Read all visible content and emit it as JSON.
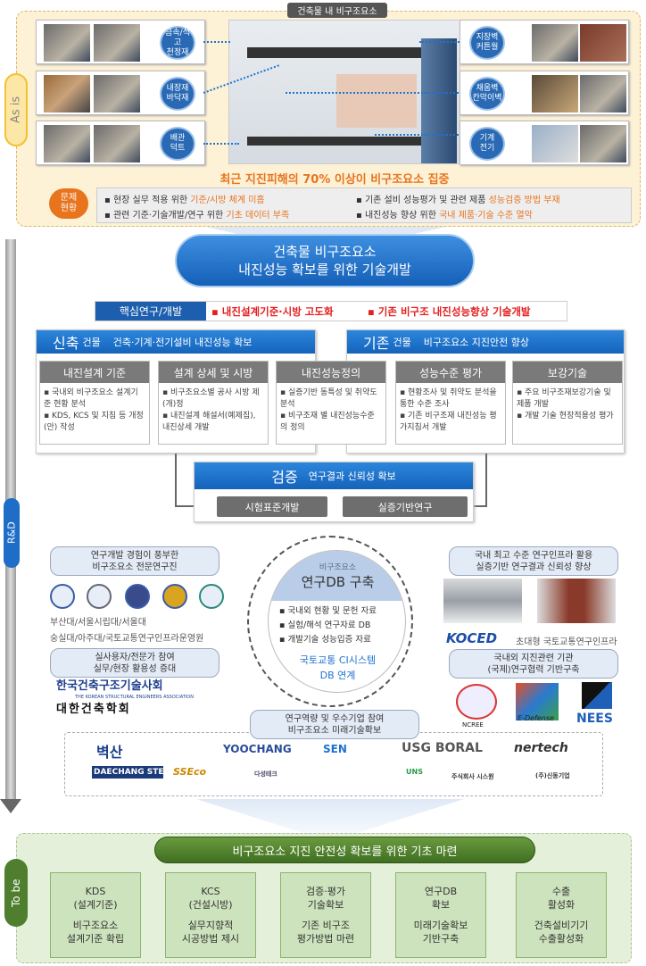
{
  "asis": {
    "label": "As is",
    "title": "건축물 내 비구조요소",
    "left": [
      {
        "label1": "금속/석고",
        "label2": "천정재"
      },
      {
        "label1": "내장재",
        "label2": "바닥재"
      },
      {
        "label1": "배관",
        "label2": "덕트"
      }
    ],
    "right": [
      {
        "label1": "지장벽",
        "label2": "커튼월"
      },
      {
        "label1": "채움벽",
        "label2": "칸막이벽"
      },
      {
        "label1": "기계",
        "label2": "전기"
      }
    ],
    "headline": "최근 지진피해의 70% 이상이 비구조요소 집중",
    "problem_badge1": "문제",
    "problem_badge2": "현황",
    "problems": [
      {
        "pre": "▪ 현장 실무 적용 위한 ",
        "hl": "기준/시방 체계 미흡"
      },
      {
        "pre": "▪ 관련 기준·기술개발/연구 위한 ",
        "hl": "기초 데이터 부족"
      },
      {
        "pre": "▪ 기존 설비 성능평가 및 관련 제품 ",
        "hl": "성능검증 방법 부재"
      },
      {
        "pre": "▪ 내진성능 향상 위한 ",
        "hl": "국내 제품·기술 수준 열악"
      }
    ]
  },
  "rnd": {
    "label": "R&D",
    "goal1": "건축물 비구조요소",
    "goal2": "내진성능 확보를 위한 기술개발",
    "core_label": "핵심연구/개발",
    "core_items": [
      "▪ 내진설계기준·시방 고도화",
      "▪ 기존 비구조 내진성능향상 기술개발"
    ],
    "new": {
      "title": "신축",
      "sub": "건물",
      "desc": "건축·기계·전기설비 내진성능 확보"
    },
    "existing": {
      "title": "기존",
      "sub": "건물",
      "desc": "비구조요소 지진안전 향상"
    },
    "subs": [
      {
        "title": "내진설계 기준",
        "items": [
          "▪ 국내외 비구조요소 설계기준 현황 분석",
          "▪ KDS, KCS 및 지침 등 개정(안) 작성"
        ]
      },
      {
        "title": "설계 상세 및 시방",
        "items": [
          "▪ 비구조요소별 공사 시방 제(개)정",
          "▪ 내진설계 해설서(예제집), 내진상세 개발"
        ]
      },
      {
        "title": "내진성능정의",
        "items": [
          "▪ 실증기반 동특성 및 취약도 분석",
          "▪ 비구조재 별 내진성능수준의 정의"
        ]
      },
      {
        "title": "성능수준 평가",
        "items": [
          "▪ 현황조사 및 취약도 분석을 통한 수준 조사",
          "▪ 기존 비구조재 내진성능 평가지침서 개발"
        ]
      },
      {
        "title": "보강기술",
        "items": [
          "▪ 주요 비구조재보강기술 및 제품 개발",
          "▪ 개발 기술 현장적용성 평가"
        ]
      }
    ],
    "verify": {
      "title": "검증",
      "desc": "연구결과 신뢰성 확보",
      "btn1": "시험표준개발",
      "btn2": "실증기반연구"
    },
    "db": {
      "small": "비구조요소",
      "title": "연구DB 구축",
      "items": [
        "▪ 국내외 현황 및 문헌 자료",
        "▪ 실험/해석 연구자료 DB",
        "▪ 개발기술 성능입증 자료"
      ],
      "link1": "국토교통 CI시스템",
      "link2": "DB 연계"
    },
    "left_top": {
      "l1": "연구개발 경험이 풍부한",
      "l2": "비구조요소 전문연구진"
    },
    "univs1": "부산대/서울시립대/서울대",
    "univs2": "숭실대/아주대/국토교통연구인프라운영원",
    "left_bot": {
      "l1": "실사용자/전문가 참여",
      "l2": "실무/현장 활용성 증대"
    },
    "ksea": "한국건축구조기술사회",
    "ksea_en": "THE KOREAN STRUCTURAL ENGINEERS ASSOCIATION",
    "aik": "대한건축학회",
    "right_top": {
      "l1": "국내 최고 수준 연구인프라 활용",
      "l2": "실증기반 연구결과 신뢰성 향상"
    },
    "koced": "KOCED",
    "koced_desc": "초대형 국토교통연구인프라",
    "right_bot": {
      "l1": "국내외 지진관련 기관",
      "l2": "(국제)연구협력 기반구축"
    },
    "intl": [
      "NCREE",
      "E-Defense",
      "NEES"
    ],
    "bottom": {
      "l1": "연구역량 및 우수기업 참여",
      "l2": "비구조요소 미래기술확보"
    },
    "companies": [
      "벽산",
      "YOOCHANG",
      "SEN",
      "USG BORAL",
      "nertech",
      "DAECHANG STEEL",
      "SSEco",
      "다성테크",
      "UNS",
      "주식회사 시스원",
      "(주)신동기업"
    ]
  },
  "tobe": {
    "label": "To be",
    "title": "비구조요소 지진 안전성 확보를 위한 기초 마련",
    "boxes": [
      {
        "a": "KDS",
        "b": "(설계기준)",
        "c": "비구조요소",
        "d": "설계기준 확립"
      },
      {
        "a": "KCS",
        "b": "(건설시방)",
        "c": "실무지향적",
        "d": "시공방법 제시"
      },
      {
        "a": "검증·평가",
        "b": "기술확보",
        "c": "기존 비구조",
        "d": "평가방법 마련"
      },
      {
        "a": "연구DB",
        "b": "확보",
        "c": "미래기술확보",
        "d": "기반구축"
      },
      {
        "a": "수출",
        "b": "활성화",
        "c": "건축설비기기",
        "d": "수출활성화"
      }
    ]
  }
}
